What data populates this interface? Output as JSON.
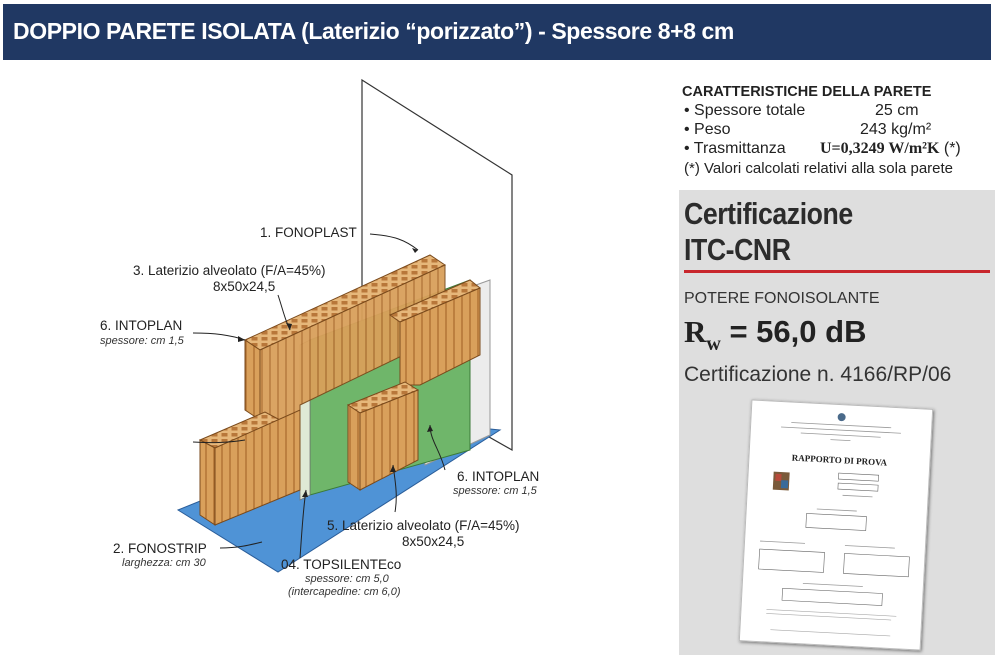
{
  "header": {
    "title": "DOPPIO PARETE ISOLATA (Laterizio “porizzato”) - Spessore 8+8 cm"
  },
  "diagram_labels": {
    "fonoplast": "1. FONOPLAST",
    "laterizio_top": "3. Laterizio alveolato (F/A=45%)",
    "laterizio_top_dim": "8x50x24,5",
    "intoplan_left": "6. INTOPLAN",
    "intoplan_left_sub": "spessore: cm 1,5",
    "intoplan_right": "6. INTOPLAN",
    "intoplan_right_sub": "spessore: cm 1,5",
    "laterizio_bottom": "5. Laterizio alveolato (F/A=45%)",
    "laterizio_bottom_dim": "8x50x24,5",
    "fonostrip": "2. FONOSTRIP",
    "fonostrip_sub": "larghezza: cm 30",
    "topsilente": "04. TOPSILENTEco",
    "topsilente_sub1": "spessore: cm 5,0",
    "topsilente_sub2": "(intercapedine: cm 6,0)"
  },
  "specs": {
    "title": "CARATTERISTICHE DELLA PARETE",
    "rows": [
      {
        "label": "• Spessore totale",
        "value": "25 cm"
      },
      {
        "label": "• Peso",
        "value": "243 kg/m²"
      },
      {
        "label": "• Trasmittanza",
        "value_u": "U=0,3249 W/m²K",
        "value_note": "(*)"
      }
    ],
    "note": "(*) Valori calcolati relativi alla sola parete"
  },
  "certification": {
    "title_line1": "Certificazione",
    "title_line2": "ITC-CNR",
    "power_label": "POTERE FONOISOLANTE",
    "rw_symbol": "R",
    "rw_sub": "w",
    "rw_value": "= 56,0 dB",
    "cert_number": "Certificazione n. 4166/RP/06",
    "document_title": "RAPPORTO DI PROVA"
  },
  "colors": {
    "header_bg": "#203863",
    "accent_red": "#c8262c",
    "panel_bg": "#dedede",
    "brick": "#d9a05b",
    "green_panel": "#6fb66a",
    "blue_floor": "#4f93d6"
  }
}
